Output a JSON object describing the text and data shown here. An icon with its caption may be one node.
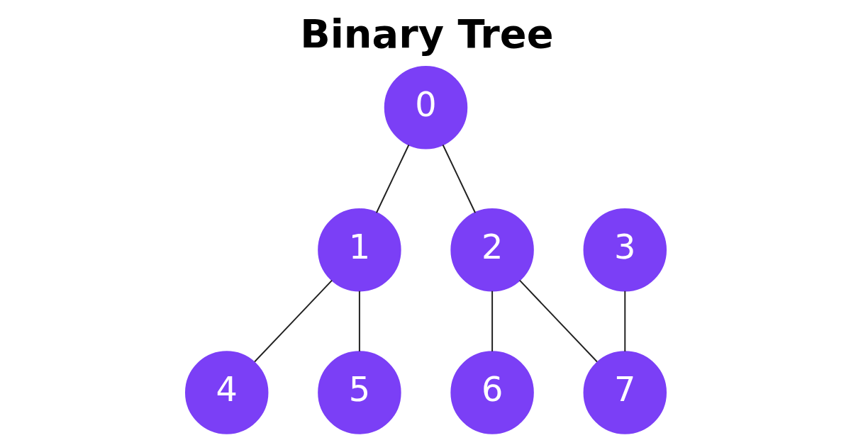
{
  "diagram": {
    "title": "Binary Tree",
    "nodes": [
      {
        "text": [
          "0"
        ]
      },
      {
        "text": [
          "1"
        ]
      },
      {
        "text": [
          "2"
        ]
      },
      {
        "text": [
          "3"
        ]
      },
      {
        "text": [
          "4"
        ]
      },
      {
        "text": [
          "5"
        ]
      },
      {
        "text": [
          "6"
        ]
      },
      {
        "text": [
          "7"
        ]
      }
    ],
    "edges": [
      {
        "from": 0,
        "to": 1,
        "arrow": "none"
      },
      {
        "from": 0,
        "to": 2,
        "arrow": "none"
      },
      {
        "from": 1,
        "to": 4,
        "arrow": "none"
      },
      {
        "from": 1,
        "to": 5,
        "arrow": "none"
      },
      {
        "from": 2,
        "to": 6,
        "arrow": "none"
      },
      {
        "from": 2,
        "to": 7,
        "arrow": "none"
      },
      {
        "from": 3,
        "to": 7,
        "arrow": "none"
      }
    ]
  }
}
